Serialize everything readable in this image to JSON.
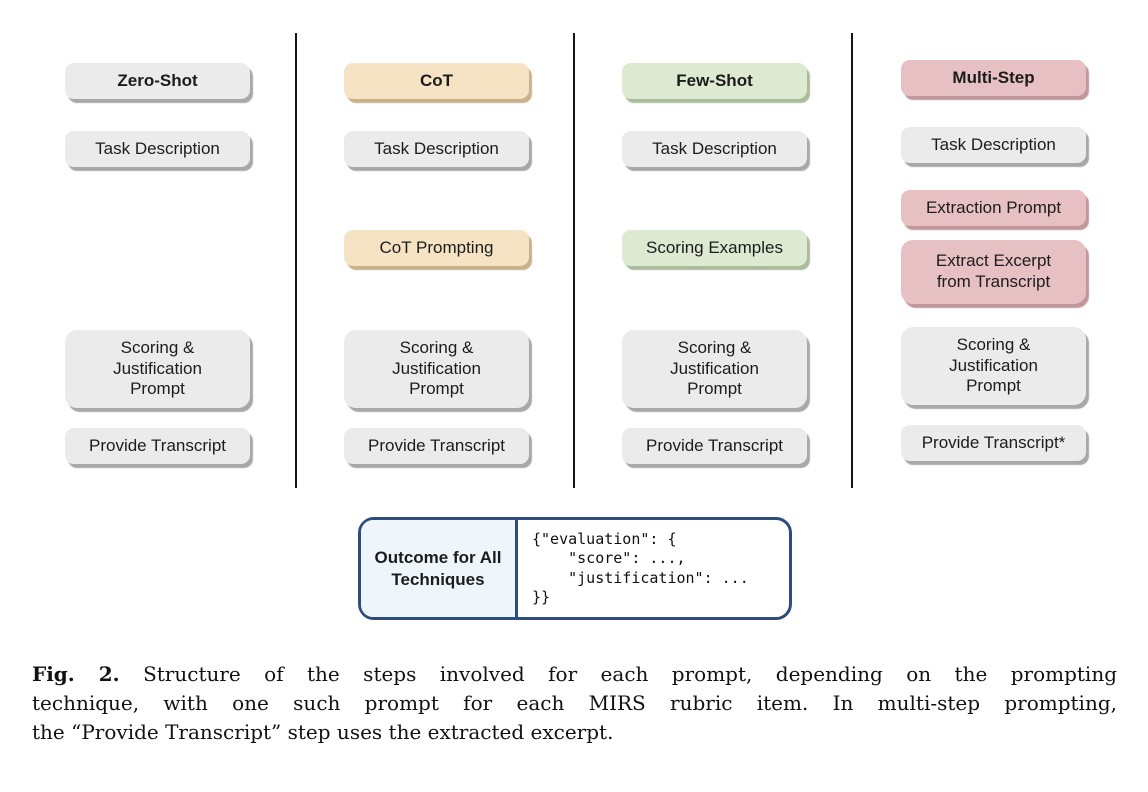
{
  "palette": {
    "gray": {
      "bg": "#ebebeb",
      "shadow": "#a8a8a8"
    },
    "tan": {
      "bg": "#f5e3c4",
      "shadow": "#c9b18c"
    },
    "green": {
      "bg": "#dde9d1",
      "shadow": "#a9bd9c"
    },
    "pink": {
      "bg": "#e7c0c3",
      "shadow": "#c2979b"
    },
    "outcome_accent": "#2e4c7c",
    "outcome_label_bg": "#eef5fb",
    "separator": "#141414"
  },
  "columns": [
    {
      "header": {
        "label": "Zero-Shot",
        "tone": "gray"
      },
      "boxes": [
        {
          "label": "Task Description",
          "tone": "gray"
        },
        {
          "label": "Scoring & Justification Prompt",
          "tone": "gray"
        },
        {
          "label": "Provide Transcript",
          "tone": "gray"
        }
      ]
    },
    {
      "header": {
        "label": "CoT",
        "tone": "tan"
      },
      "boxes": [
        {
          "label": "Task Description",
          "tone": "gray"
        },
        {
          "label": "CoT Prompting",
          "tone": "tan"
        },
        {
          "label": "Scoring & Justification Prompt",
          "tone": "gray"
        },
        {
          "label": "Provide Transcript",
          "tone": "gray"
        }
      ]
    },
    {
      "header": {
        "label": "Few-Shot",
        "tone": "green"
      },
      "boxes": [
        {
          "label": "Task Description",
          "tone": "gray"
        },
        {
          "label": "Scoring Examples",
          "tone": "green"
        },
        {
          "label": "Scoring & Justification Prompt",
          "tone": "gray"
        },
        {
          "label": "Provide Transcript",
          "tone": "gray"
        }
      ]
    },
    {
      "header": {
        "label": "Multi-Step",
        "tone": "pink"
      },
      "boxes": [
        {
          "label": "Task Description",
          "tone": "gray"
        },
        {
          "label": "Extraction Prompt",
          "tone": "pink"
        },
        {
          "label": "Extract Excerpt from Transcript",
          "tone": "pink"
        },
        {
          "label": "Scoring & Justification Prompt",
          "tone": "gray"
        },
        {
          "label": "Provide Transcript*",
          "tone": "gray"
        }
      ]
    }
  ],
  "outcome": {
    "label": "Outcome for All Techniques",
    "code": "{\"evaluation\": {\n    \"score\": ...,\n    \"justification\": ...\n}}"
  },
  "caption": {
    "label": "Fig. 2.",
    "lines": [
      "Structure of the steps involved for each prompt, depending on the prompting",
      "technique, with one such prompt for each MIRS rubric item. In multi-step prompting,",
      "the “Provide Transcript” step uses the extracted excerpt."
    ]
  }
}
